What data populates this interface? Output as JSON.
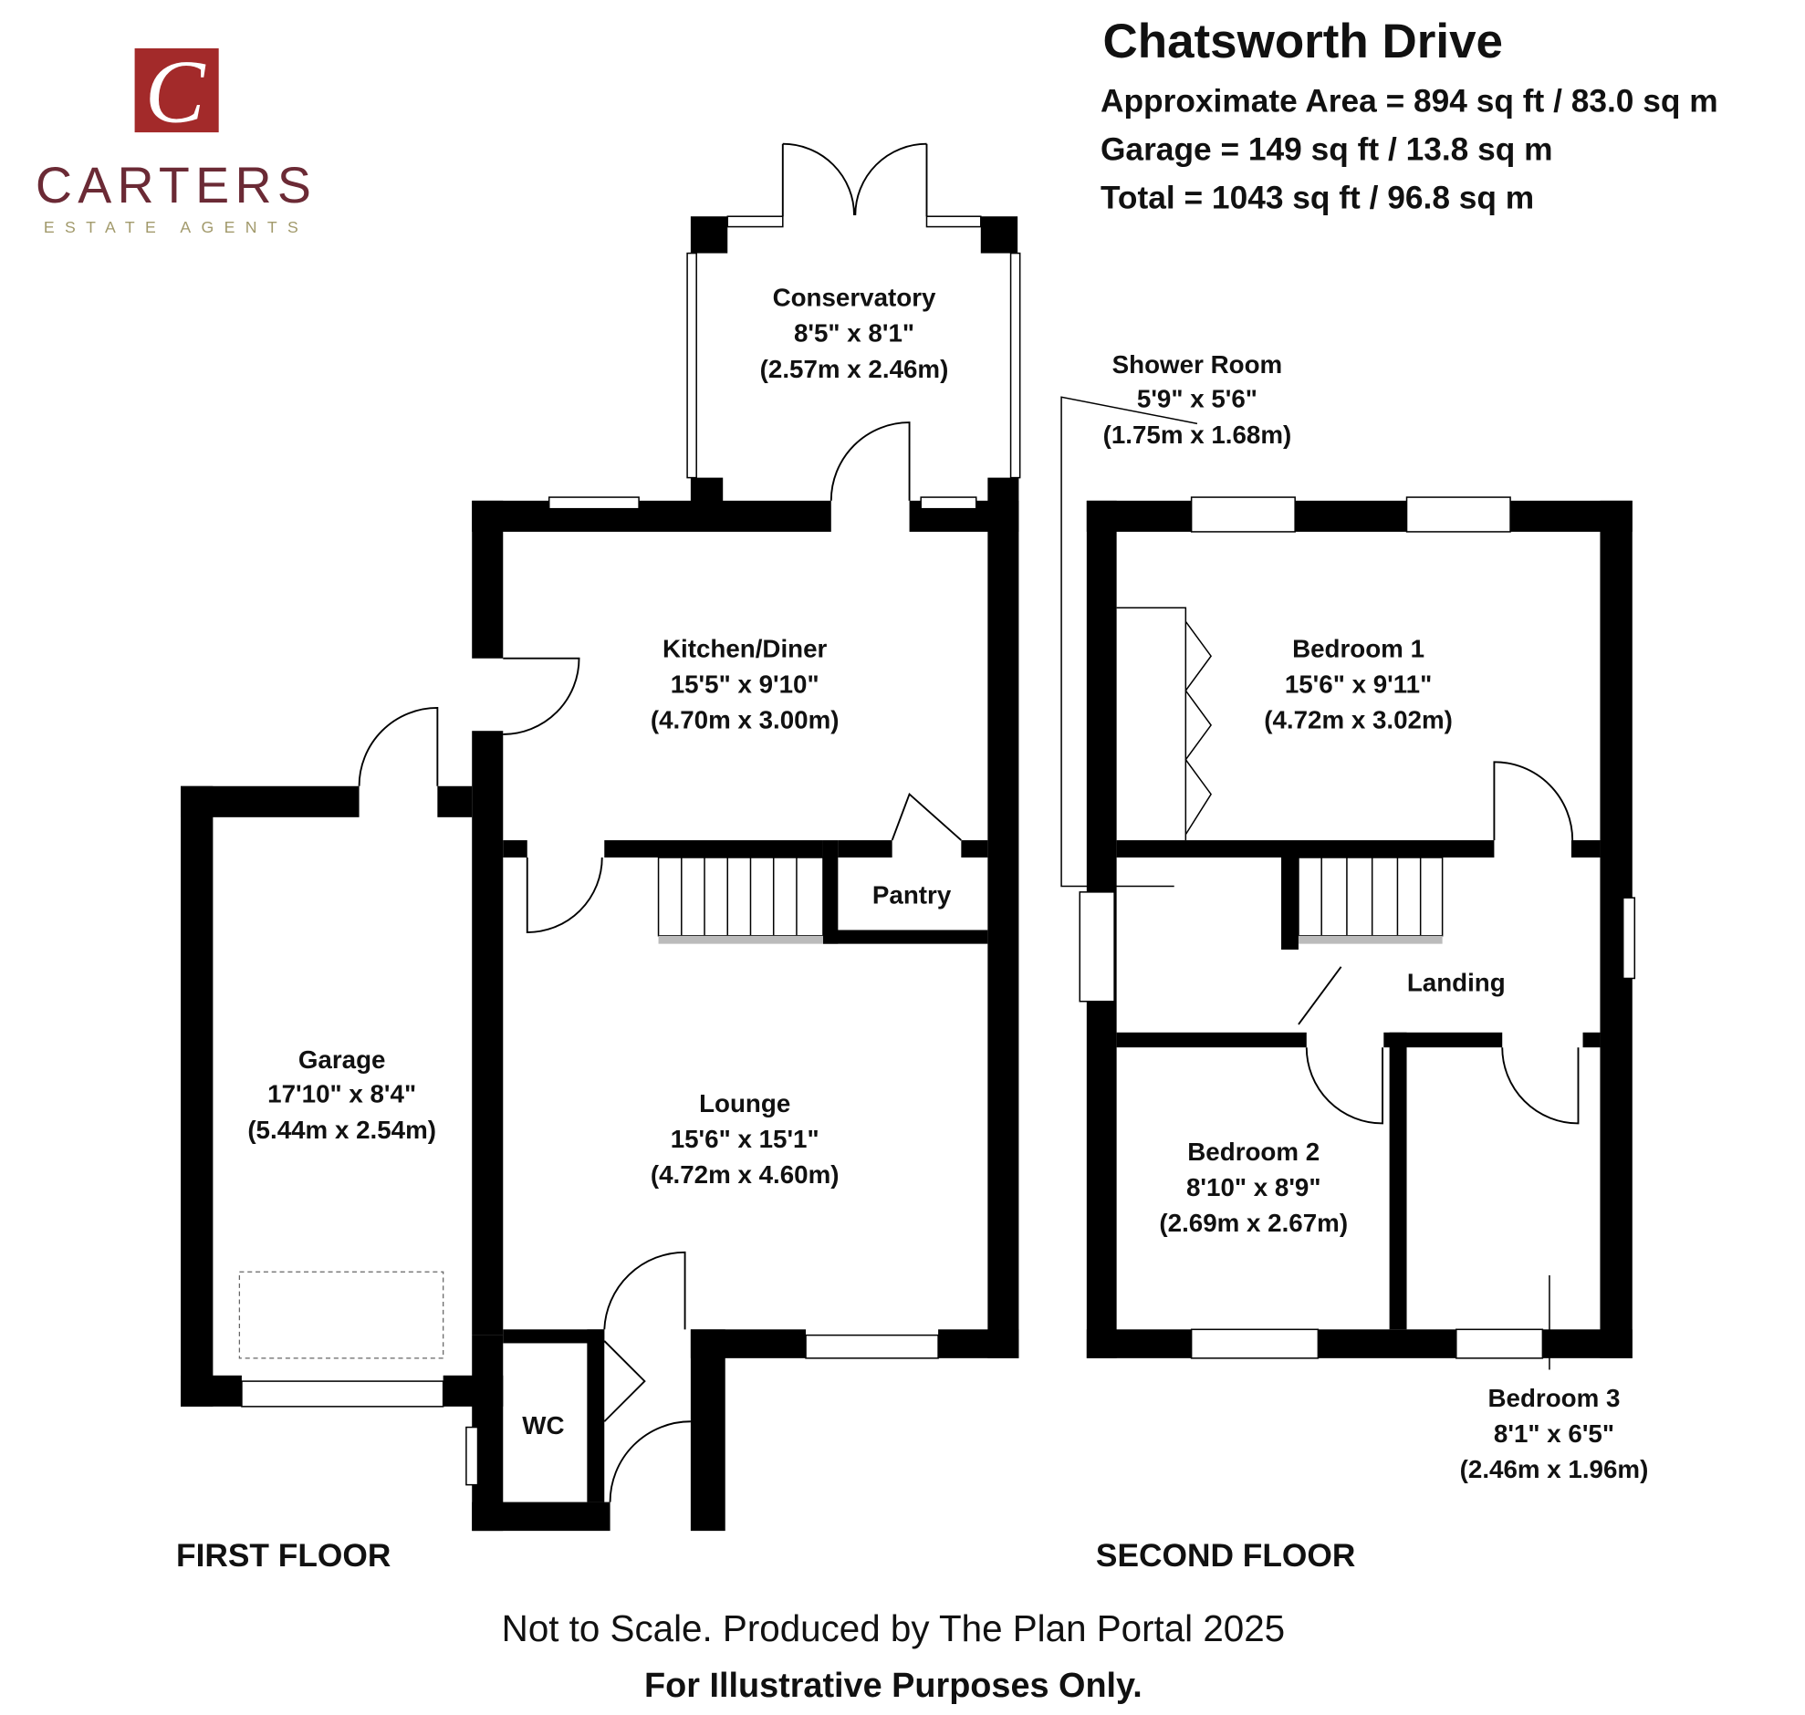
{
  "logo": {
    "letter": "C",
    "brand": "CARTERS",
    "tagline": "ESTATE AGENTS",
    "brand_color": "#a32a2a",
    "text_color": "#6b2a35",
    "tagline_color": "#a29a6c"
  },
  "header": {
    "title": "Chatsworth Drive",
    "area": "Approximate Area = 894 sq ft / 83.0 sq m",
    "garage": "Garage = 149 sq ft / 13.8 sq m",
    "total": "Total = 1043 sq ft / 96.8 sq m"
  },
  "rooms": {
    "conservatory": {
      "name": "Conservatory",
      "imperial": "8'5\" x 8'1\"",
      "metric": "(2.57m x 2.46m)"
    },
    "kitchen": {
      "name": "Kitchen/Diner",
      "imperial": "15'5\" x 9'10\"",
      "metric": "(4.70m x 3.00m)"
    },
    "pantry": {
      "name": "Pantry"
    },
    "lounge": {
      "name": "Lounge",
      "imperial": "15'6\" x 15'1\"",
      "metric": "(4.72m x 4.60m)"
    },
    "garage": {
      "name": "Garage",
      "imperial": "17'10\" x 8'4\"",
      "metric": "(5.44m x 2.54m)"
    },
    "wc": {
      "name": "WC"
    },
    "shower": {
      "name": "Shower Room",
      "imperial": "5'9\" x 5'6\"",
      "metric": "(1.75m x 1.68m)"
    },
    "bedroom1": {
      "name": "Bedroom 1",
      "imperial": "15'6\" x 9'11\"",
      "metric": "(4.72m x 3.02m)"
    },
    "landing": {
      "name": "Landing"
    },
    "bedroom2": {
      "name": "Bedroom 2",
      "imperial": "8'10\" x 8'9\"",
      "metric": "(2.69m x 2.67m)"
    },
    "bedroom3": {
      "name": "Bedroom 3",
      "imperial": "8'1\" x 6'5\"",
      "metric": "(2.46m x 1.96m)"
    }
  },
  "floors": {
    "first": "FIRST FLOOR",
    "second": "SECOND FLOOR"
  },
  "footer": {
    "line1": "Not to Scale. Produced by The Plan Portal 2025",
    "line2": "For Illustrative Purposes Only."
  }
}
